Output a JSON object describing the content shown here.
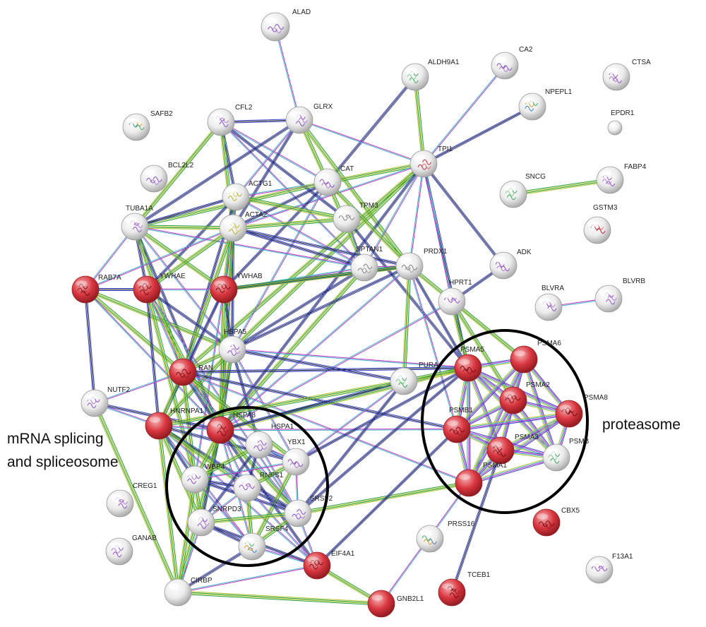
{
  "network": {
    "colors": {
      "highlight_node": "#d9363e",
      "plain_node": "#e6e6e6",
      "edge_palette": [
        "#c832c8",
        "#b6c42a",
        "#3a46d0",
        "#38b8c8",
        "#26a044",
        "#222222"
      ],
      "circle_outline": "#000000"
    },
    "groups": [
      {
        "key": "splicing",
        "label_lines": [
          "mRNA splicing",
          "and spliceosome"
        ]
      },
      {
        "key": "proteasome",
        "label_lines": [
          "proteasome"
        ]
      }
    ],
    "nodes": [
      {
        "id": "ALAD",
        "label": "ALAD",
        "highlight": false,
        "glyph": "purple"
      },
      {
        "id": "CA2",
        "label": "CA2",
        "highlight": false,
        "glyph": "purple"
      },
      {
        "id": "CTSA",
        "label": "CTSA",
        "highlight": false,
        "glyph": "purple"
      },
      {
        "id": "ALDH9A1",
        "label": "ALDH9A1",
        "highlight": false,
        "glyph": "green"
      },
      {
        "id": "NPEPL1",
        "label": "NPEPL1",
        "highlight": false,
        "glyph": "rainbow"
      },
      {
        "id": "EPDR1",
        "label": "EPDR1",
        "highlight": false,
        "glyph": "none"
      },
      {
        "id": "SAFB2",
        "label": "SAFB2",
        "highlight": false,
        "glyph": "rainbow"
      },
      {
        "id": "CFL2",
        "label": "CFL2",
        "highlight": false,
        "glyph": "purple"
      },
      {
        "id": "GLRX",
        "label": "GLRX",
        "highlight": false,
        "glyph": "purple"
      },
      {
        "id": "TPI1",
        "label": "TPI1",
        "highlight": false,
        "glyph": "red"
      },
      {
        "id": "BCL2L2",
        "label": "BCL2L2",
        "highlight": false,
        "glyph": "purple"
      },
      {
        "id": "CAT",
        "label": "CAT",
        "highlight": false,
        "glyph": "purple"
      },
      {
        "id": "FABP4",
        "label": "FABP4",
        "highlight": false,
        "glyph": "purple"
      },
      {
        "id": "SNCG",
        "label": "SNCG",
        "highlight": false,
        "glyph": "green"
      },
      {
        "id": "ACTG1",
        "label": "ACTG1",
        "highlight": false,
        "glyph": "yellow"
      },
      {
        "id": "TPM3",
        "label": "TPM3",
        "highlight": false,
        "glyph": "gray"
      },
      {
        "id": "GSTM3",
        "label": "GSTM3",
        "highlight": false,
        "glyph": "red"
      },
      {
        "id": "TUBA1A",
        "label": "TUBA1A",
        "highlight": false,
        "glyph": "purple"
      },
      {
        "id": "ACTA2",
        "label": "ACTA2",
        "highlight": false,
        "glyph": "yellow"
      },
      {
        "id": "SPTAN1",
        "label": "SPTAN1",
        "highlight": false,
        "glyph": "gray"
      },
      {
        "id": "PRDX1",
        "label": "PRDX1",
        "highlight": false,
        "glyph": "gray"
      },
      {
        "id": "ADK",
        "label": "ADK",
        "highlight": false,
        "glyph": "purple"
      },
      {
        "id": "RAB7A",
        "label": "RAB7A",
        "highlight": true,
        "glyph": "dark"
      },
      {
        "id": "YWHAE",
        "label": "YWHAE",
        "highlight": true,
        "glyph": "dark"
      },
      {
        "id": "YWHAB",
        "label": "YWHAB",
        "highlight": true,
        "glyph": "dark"
      },
      {
        "id": "HPRT1",
        "label": "HPRT1",
        "highlight": false,
        "glyph": "purple"
      },
      {
        "id": "BLVRA",
        "label": "BLVRA",
        "highlight": false,
        "glyph": "purple"
      },
      {
        "id": "BLVRB",
        "label": "BLVRB",
        "highlight": false,
        "glyph": "purple"
      },
      {
        "id": "HSPA5",
        "label": "HSPA5",
        "highlight": false,
        "glyph": "purple"
      },
      {
        "id": "RAN",
        "label": "RAN",
        "highlight": true,
        "glyph": "dark"
      },
      {
        "id": "PSMA5",
        "label": "PSMA5",
        "highlight": true,
        "glyph": "dark"
      },
      {
        "id": "PSMA6",
        "label": "PSMA6",
        "highlight": true,
        "glyph": "none"
      },
      {
        "id": "PURA",
        "label": "PURA",
        "highlight": false,
        "glyph": "green"
      },
      {
        "id": "NUTF2",
        "label": "NUTF2",
        "highlight": false,
        "glyph": "purple"
      },
      {
        "id": "PSMA2",
        "label": "PSMA2",
        "highlight": true,
        "glyph": "dark"
      },
      {
        "id": "PSMA8",
        "label": "PSMA8",
        "highlight": true,
        "glyph": "dark"
      },
      {
        "id": "HNRNPA1",
        "label": "HNRNPA1",
        "highlight": true,
        "glyph": "none"
      },
      {
        "id": "HSPA8",
        "label": "HSPA8",
        "highlight": true,
        "glyph": "dark"
      },
      {
        "id": "HSPA1",
        "label": "HSPA1",
        "highlight": false,
        "glyph": "purple"
      },
      {
        "id": "PSMB1",
        "label": "PSMB1",
        "highlight": true,
        "glyph": "dark"
      },
      {
        "id": "YBX1",
        "label": "YBX1",
        "highlight": false,
        "glyph": "purple"
      },
      {
        "id": "PSMA3",
        "label": "PSMA3",
        "highlight": true,
        "glyph": "dark"
      },
      {
        "id": "PSMB",
        "label": "PSMB",
        "highlight": false,
        "glyph": "green"
      },
      {
        "id": "WBP4",
        "label": "WBP4",
        "highlight": false,
        "glyph": "purple"
      },
      {
        "id": "RNPS1",
        "label": "RNPS1",
        "highlight": false,
        "glyph": "purple"
      },
      {
        "id": "PSMA1",
        "label": "PSMA1",
        "highlight": true,
        "glyph": "none"
      },
      {
        "id": "CREG1",
        "label": "CREG1",
        "highlight": false,
        "glyph": "purple"
      },
      {
        "id": "SNRPD3",
        "label": "SNRPD3",
        "highlight": false,
        "glyph": "purple"
      },
      {
        "id": "SRSF2",
        "label": "SRSF2",
        "highlight": false,
        "glyph": "purple"
      },
      {
        "id": "CBX5",
        "label": "CBX5",
        "highlight": true,
        "glyph": "dark"
      },
      {
        "id": "PRSS16",
        "label": "PRSS16",
        "highlight": false,
        "glyph": "rainbow"
      },
      {
        "id": "SRSF4",
        "label": "SRSF4",
        "highlight": false,
        "glyph": "rainbow"
      },
      {
        "id": "GANAB",
        "label": "GANAB",
        "highlight": false,
        "glyph": "purple"
      },
      {
        "id": "EIF4A1",
        "label": "EIF4A1",
        "highlight": true,
        "glyph": "dark"
      },
      {
        "id": "F13A1",
        "label": "F13A1",
        "highlight": false,
        "glyph": "purple"
      },
      {
        "id": "CIRBP",
        "label": "CIRBP",
        "highlight": false,
        "glyph": "none"
      },
      {
        "id": "TCEB1",
        "label": "TCEB1",
        "highlight": true,
        "glyph": "dark"
      },
      {
        "id": "GNB2L1",
        "label": "GNB2L1",
        "highlight": true,
        "glyph": "none"
      }
    ],
    "edges": [
      [
        "ALAD",
        "GLRX"
      ],
      [
        "ALDH9A1",
        "CAT"
      ],
      [
        "ALDH9A1",
        "TPI1"
      ],
      [
        "CA2",
        "TPI1"
      ],
      [
        "NPEPL1",
        "TPI1"
      ],
      [
        "SNCG",
        "FABP4"
      ],
      [
        "BLVRA",
        "BLVRB"
      ],
      [
        "CFL2",
        "ACTG1"
      ],
      [
        "CFL2",
        "ACTA2"
      ],
      [
        "CFL2",
        "CAT"
      ],
      [
        "CFL2",
        "TPM3"
      ],
      [
        "CFL2",
        "TUBA1A"
      ],
      [
        "CFL2",
        "SPTAN1"
      ],
      [
        "CFL2",
        "GLRX"
      ],
      [
        "GLRX",
        "CAT"
      ],
      [
        "GLRX",
        "ACTG1"
      ],
      [
        "GLRX",
        "ACTA2"
      ],
      [
        "GLRX",
        "PRDX1"
      ],
      [
        "GLRX",
        "TPI1"
      ],
      [
        "GLRX",
        "TUBA1A"
      ],
      [
        "TPI1",
        "CAT"
      ],
      [
        "TPI1",
        "PRDX1"
      ],
      [
        "TPI1",
        "ADK"
      ],
      [
        "TPI1",
        "HSPA5"
      ],
      [
        "TPI1",
        "SPTAN1"
      ],
      [
        "TPI1",
        "PSMA5"
      ],
      [
        "TPI1",
        "RAN"
      ],
      [
        "TPI1",
        "ACTA2"
      ],
      [
        "TPI1",
        "HSPA8"
      ],
      [
        "CAT",
        "PRDX1"
      ],
      [
        "CAT",
        "ACTG1"
      ],
      [
        "CAT",
        "ACTA2"
      ],
      [
        "CAT",
        "TUBA1A"
      ],
      [
        "CAT",
        "HSPA5"
      ],
      [
        "CAT",
        "YWHAB"
      ],
      [
        "CAT",
        "SPTAN1"
      ],
      [
        "ACTG1",
        "ACTA2"
      ],
      [
        "ACTG1",
        "TUBA1A"
      ],
      [
        "ACTG1",
        "TPM3"
      ],
      [
        "ACTG1",
        "SPTAN1"
      ],
      [
        "ACTG1",
        "YWHAE"
      ],
      [
        "ACTG1",
        "YWHAB"
      ],
      [
        "ACTG1",
        "HSPA8"
      ],
      [
        "ACTG1",
        "RAN"
      ],
      [
        "TPM3",
        "ACTA2"
      ],
      [
        "TPM3",
        "SPTAN1"
      ],
      [
        "TPM3",
        "PSMA5"
      ],
      [
        "TUBA1A",
        "ACTA2"
      ],
      [
        "TUBA1A",
        "RAB7A"
      ],
      [
        "TUBA1A",
        "YWHAE"
      ],
      [
        "TUBA1A",
        "YWHAB"
      ],
      [
        "TUBA1A",
        "HSPA5"
      ],
      [
        "TUBA1A",
        "HSPA8"
      ],
      [
        "TUBA1A",
        "RAN"
      ],
      [
        "TUBA1A",
        "SPTAN1"
      ],
      [
        "ACTA2",
        "SPTAN1"
      ],
      [
        "ACTA2",
        "YWHAE"
      ],
      [
        "ACTA2",
        "YWHAB"
      ],
      [
        "ACTA2",
        "HSPA5"
      ],
      [
        "ACTA2",
        "HSPA8"
      ],
      [
        "ACTA2",
        "RAB7A"
      ],
      [
        "ACTA2",
        "PRDX1"
      ],
      [
        "ACTA2",
        "RAN"
      ],
      [
        "SPTAN1",
        "PRDX1"
      ],
      [
        "SPTAN1",
        "HSPA5"
      ],
      [
        "SPTAN1",
        "HSPA8"
      ],
      [
        "SPTAN1",
        "YWHAB"
      ],
      [
        "PRDX1",
        "PSMA5"
      ],
      [
        "PRDX1",
        "PSMA6"
      ],
      [
        "PRDX1",
        "HSPA8"
      ],
      [
        "PRDX1",
        "HSPA5"
      ],
      [
        "PRDX1",
        "PURA"
      ],
      [
        "PRDX1",
        "PSMB1"
      ],
      [
        "PRDX1",
        "YWHAB"
      ],
      [
        "HPRT1",
        "PSMA5"
      ],
      [
        "HPRT1",
        "HSPA8"
      ],
      [
        "HPRT1",
        "ADK"
      ],
      [
        "HPRT1",
        "PSMA2"
      ],
      [
        "HPRT1",
        "TPI1"
      ],
      [
        "RAB7A",
        "YWHAE"
      ],
      [
        "RAB7A",
        "RAN"
      ],
      [
        "RAB7A",
        "HSPA8"
      ],
      [
        "RAB7A",
        "NUTF2"
      ],
      [
        "RAB7A",
        "HSPA5"
      ],
      [
        "YWHAE",
        "YWHAB"
      ],
      [
        "YWHAE",
        "HSPA5"
      ],
      [
        "YWHAE",
        "HSPA8"
      ],
      [
        "YWHAE",
        "RAN"
      ],
      [
        "YWHAE",
        "HNRNPA1"
      ],
      [
        "YWHAE",
        "WBP4"
      ],
      [
        "YWHAE",
        "SRSF2"
      ],
      [
        "YWHAB",
        "HSPA5"
      ],
      [
        "YWHAB",
        "HSPA8"
      ],
      [
        "YWHAB",
        "RAN"
      ],
      [
        "YWHAB",
        "HNRNPA1"
      ],
      [
        "YWHAB",
        "PRDX1"
      ],
      [
        "YWHAB",
        "WBP4"
      ],
      [
        "HSPA5",
        "HSPA8"
      ],
      [
        "HSPA5",
        "RAN"
      ],
      [
        "HSPA5",
        "PSMA5"
      ],
      [
        "HSPA5",
        "HSPA1"
      ],
      [
        "HSPA5",
        "HNRNPA1"
      ],
      [
        "HSPA5",
        "YBX1"
      ],
      [
        "HSPA5",
        "PURA"
      ],
      [
        "HSPA5",
        "SNRPD3"
      ],
      [
        "RAN",
        "NUTF2"
      ],
      [
        "RAN",
        "HSPA8"
      ],
      [
        "RAN",
        "HNRNPA1"
      ],
      [
        "RAN",
        "PSMA1"
      ],
      [
        "RAN",
        "PSMB1"
      ],
      [
        "RAN",
        "YBX1"
      ],
      [
        "RAN",
        "SRSF2"
      ],
      [
        "RAN",
        "PSMA5"
      ],
      [
        "RAN",
        "WBP4"
      ],
      [
        "NUTF2",
        "HNRNPA1"
      ],
      [
        "NUTF2",
        "HSPA8"
      ],
      [
        "NUTF2",
        "CIRBP"
      ],
      [
        "HNRNPA1",
        "HSPA8"
      ],
      [
        "HNRNPA1",
        "WBP4"
      ],
      [
        "HNRNPA1",
        "SNRPD3"
      ],
      [
        "HNRNPA1",
        "SRSF4"
      ],
      [
        "HNRNPA1",
        "SRSF2"
      ],
      [
        "HNRNPA1",
        "CIRBP"
      ],
      [
        "HNRNPA1",
        "EIF4A1"
      ],
      [
        "HNRNPA1",
        "YBX1"
      ],
      [
        "HNRNPA1",
        "RNPS1"
      ],
      [
        "HSPA8",
        "HSPA1"
      ],
      [
        "HSPA8",
        "YBX1"
      ],
      [
        "HSPA8",
        "WBP4"
      ],
      [
        "HSPA8",
        "RNPS1"
      ],
      [
        "HSPA8",
        "SNRPD3"
      ],
      [
        "HSPA8",
        "SRSF2"
      ],
      [
        "HSPA8",
        "SRSF4"
      ],
      [
        "HSPA8",
        "EIF4A1"
      ],
      [
        "HSPA8",
        "PSMA5"
      ],
      [
        "HSPA8",
        "PSMB1"
      ],
      [
        "HSPA8",
        "PURA"
      ],
      [
        "HSPA8",
        "CIRBP"
      ],
      [
        "HSPA1",
        "YBX1"
      ],
      [
        "HSPA1",
        "RNPS1"
      ],
      [
        "HSPA1",
        "WBP4"
      ],
      [
        "HSPA1",
        "SRSF2"
      ],
      [
        "HSPA1",
        "SNRPD3"
      ],
      [
        "YBX1",
        "RNPS1"
      ],
      [
        "YBX1",
        "SRSF2"
      ],
      [
        "YBX1",
        "PSMA5"
      ],
      [
        "YBX1",
        "SRSF4"
      ],
      [
        "YBX1",
        "WBP4"
      ],
      [
        "WBP4",
        "RNPS1"
      ],
      [
        "WBP4",
        "SNRPD3"
      ],
      [
        "WBP4",
        "SRSF4"
      ],
      [
        "WBP4",
        "SRSF2"
      ],
      [
        "WBP4",
        "CIRBP"
      ],
      [
        "RNPS1",
        "SNRPD3"
      ],
      [
        "RNPS1",
        "SRSF2"
      ],
      [
        "RNPS1",
        "SRSF4"
      ],
      [
        "RNPS1",
        "EIF4A1"
      ],
      [
        "SNRPD3",
        "SRSF4"
      ],
      [
        "SNRPD3",
        "SRSF2"
      ],
      [
        "SNRPD3",
        "CIRBP"
      ],
      [
        "SNRPD3",
        "EIF4A1"
      ],
      [
        "SRSF2",
        "SRSF4"
      ],
      [
        "SRSF2",
        "EIF4A1"
      ],
      [
        "SRSF2",
        "PSMA5"
      ],
      [
        "SRSF2",
        "PSMA1"
      ],
      [
        "SRSF4",
        "EIF4A1"
      ],
      [
        "SRSF4",
        "CIRBP"
      ],
      [
        "EIF4A1",
        "GNB2L1"
      ],
      [
        "EIF4A1",
        "CIRBP"
      ],
      [
        "EIF4A1",
        "PSMB1"
      ],
      [
        "GNB2L1",
        "CIRBP"
      ],
      [
        "GNB2L1",
        "PSMA1"
      ],
      [
        "TCEB1",
        "PSMA3"
      ],
      [
        "PURA",
        "PSMA5"
      ],
      [
        "PURA",
        "YBX1"
      ],
      [
        "PURA",
        "SRSF2"
      ],
      [
        "PURA",
        "HNRNPA1"
      ],
      [
        "PSMA5",
        "PSMA6"
      ],
      [
        "PSMA5",
        "PSMA2"
      ],
      [
        "PSMA5",
        "PSMA8"
      ],
      [
        "PSMA5",
        "PSMB1"
      ],
      [
        "PSMA5",
        "PSMA3"
      ],
      [
        "PSMA5",
        "PSMB"
      ],
      [
        "PSMA5",
        "PSMA1"
      ],
      [
        "PSMA6",
        "PSMA2"
      ],
      [
        "PSMA6",
        "PSMA8"
      ],
      [
        "PSMA6",
        "PSMB1"
      ],
      [
        "PSMA6",
        "PSMA3"
      ],
      [
        "PSMA6",
        "PSMB"
      ],
      [
        "PSMA6",
        "PSMA1"
      ],
      [
        "PSMA2",
        "PSMA8"
      ],
      [
        "PSMA2",
        "PSMB1"
      ],
      [
        "PSMA2",
        "PSMA3"
      ],
      [
        "PSMA2",
        "PSMB"
      ],
      [
        "PSMA2",
        "PSMA1"
      ],
      [
        "PSMA8",
        "PSMB1"
      ],
      [
        "PSMA8",
        "PSMA3"
      ],
      [
        "PSMA8",
        "PSMB"
      ],
      [
        "PSMA8",
        "PSMA1"
      ],
      [
        "PSMB1",
        "PSMA3"
      ],
      [
        "PSMB1",
        "PSMB"
      ],
      [
        "PSMB1",
        "PSMA1"
      ],
      [
        "PSMA3",
        "PSMB"
      ],
      [
        "PSMA3",
        "PSMA1"
      ],
      [
        "PSMB",
        "PSMA1"
      ]
    ]
  }
}
